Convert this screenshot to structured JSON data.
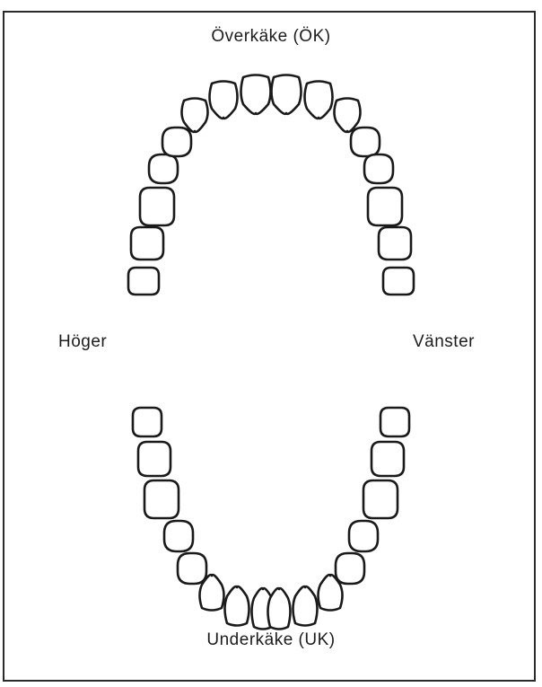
{
  "labels": {
    "upper_jaw": "Överkäke (ÖK)",
    "lower_jaw": "Underkäke (UK)",
    "patient_right": "Höger",
    "patient_left": "Vänster"
  },
  "arches": [
    {
      "id": "upper",
      "tooth_count": 16
    },
    {
      "id": "lower",
      "tooth_count": 16
    }
  ]
}
